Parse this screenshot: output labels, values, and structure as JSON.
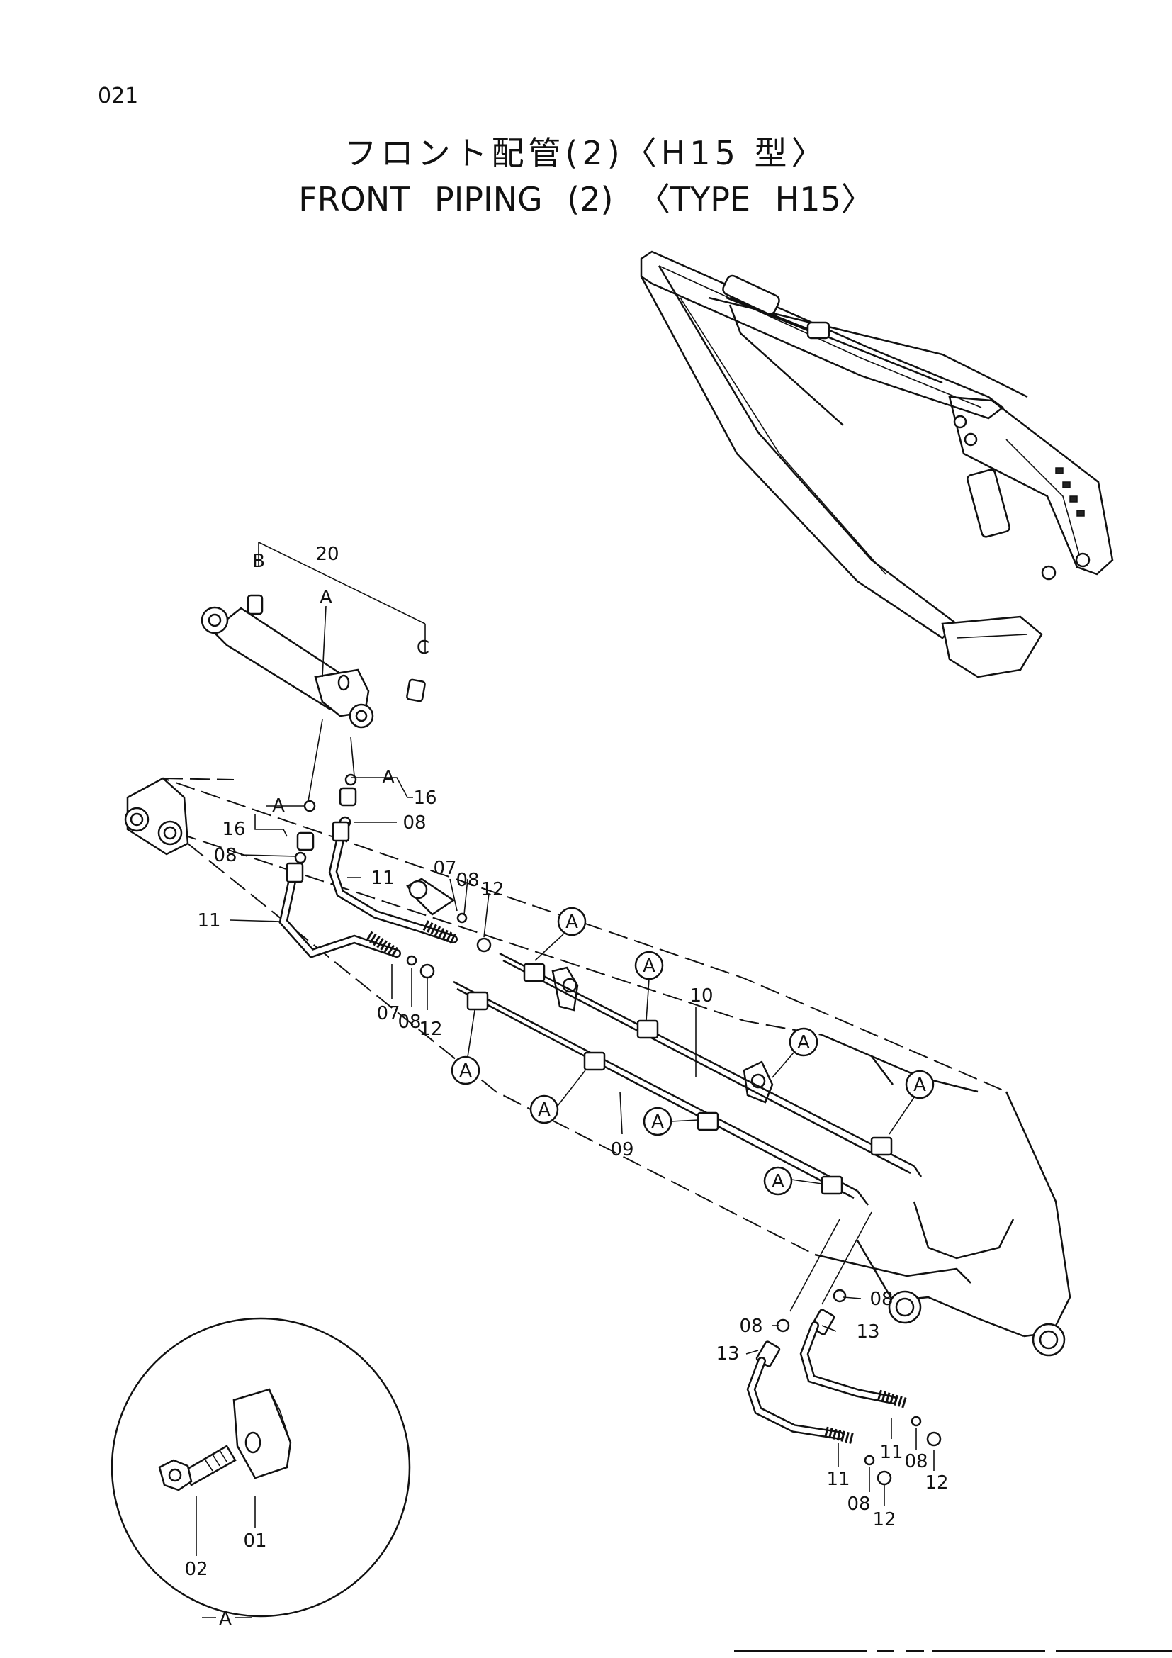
{
  "page": {
    "number": "021",
    "title_jp": "フロント配管(2)〈H15 型〉",
    "title_en": "FRONT  PIPING (2) 〈TYPE  H15〉"
  },
  "callouts": {
    "c20": "20",
    "cB": "B",
    "cA_top": "A",
    "cC": "C",
    "c16_right": "16",
    "c16_left": "16",
    "cA16_right": "A",
    "cA16_left": "A",
    "c08_right": "08",
    "c08_left": "08",
    "c11_right": "11",
    "c11_left": "11",
    "c07_top": "07",
    "c08_top": "08",
    "c12_top": "12",
    "c07_bot": "07",
    "c08_bot": "08",
    "c12_bot": "12",
    "c10": "10",
    "c09": "09",
    "c08_foot_r": "08",
    "c08_foot_l": "08",
    "c13_r": "13",
    "c13_l": "13",
    "c11_foot_r": "11",
    "c08_foot_r2": "08",
    "c12_foot_r": "12",
    "c11_foot_l": "11",
    "c08_foot_l2": "08",
    "c12_foot_l": "12",
    "detail_01": "01",
    "detail_02": "02",
    "detail_A": "A",
    "circle_A": "A"
  }
}
